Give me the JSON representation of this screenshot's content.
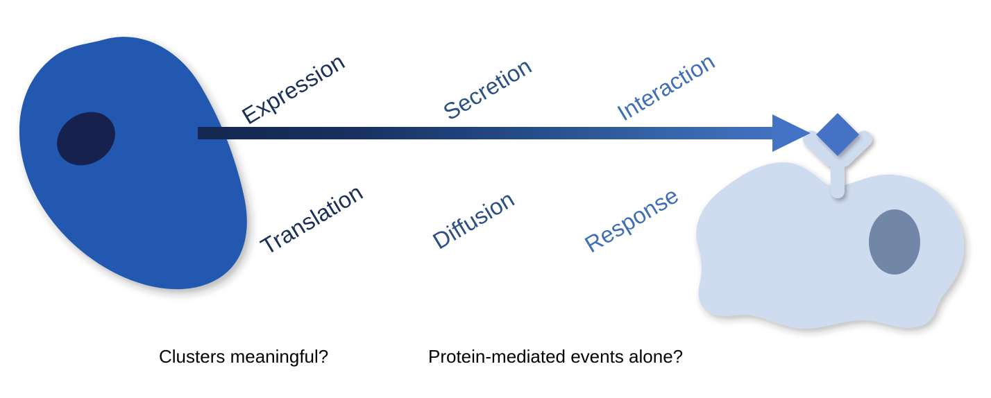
{
  "diagram": {
    "title_absent": true,
    "background_color": "#ffffff",
    "sender_cell": {
      "name": "sender-cell",
      "fill": "#2159b0",
      "nucleus_fill": "#12224d",
      "icon": "cell-blob-icon"
    },
    "receiver_cell": {
      "name": "receiver-cell",
      "fill": "#cfdcf0",
      "nucleus_fill": "#7286a8",
      "icon": "cell-blob-icon"
    },
    "receptor": {
      "name": "y-receptor-icon",
      "fill": "#cfdcf0"
    },
    "ligand": {
      "name": "diamond-ligand-icon",
      "fill": "#4472c4"
    },
    "arrow": {
      "name": "signal-arrow",
      "gradient_start": "#13274f",
      "gradient_end": "#4472c4",
      "direction": "left-to-right"
    },
    "labels_above": [
      {
        "text": "Expression",
        "color": "#1b3057"
      },
      {
        "text": "Secretion",
        "color": "#2b5183"
      },
      {
        "text": "Interaction",
        "color": "#3f6fb5"
      }
    ],
    "labels_below": [
      {
        "text": "Translation",
        "color": "#1b3057"
      },
      {
        "text": "Diffusion",
        "color": "#2b5183"
      },
      {
        "text": "Response",
        "color": "#3f6fb5"
      }
    ],
    "captions": [
      {
        "text": "Clusters meaningful?"
      },
      {
        "text": "Protein-mediated events alone?"
      }
    ]
  }
}
